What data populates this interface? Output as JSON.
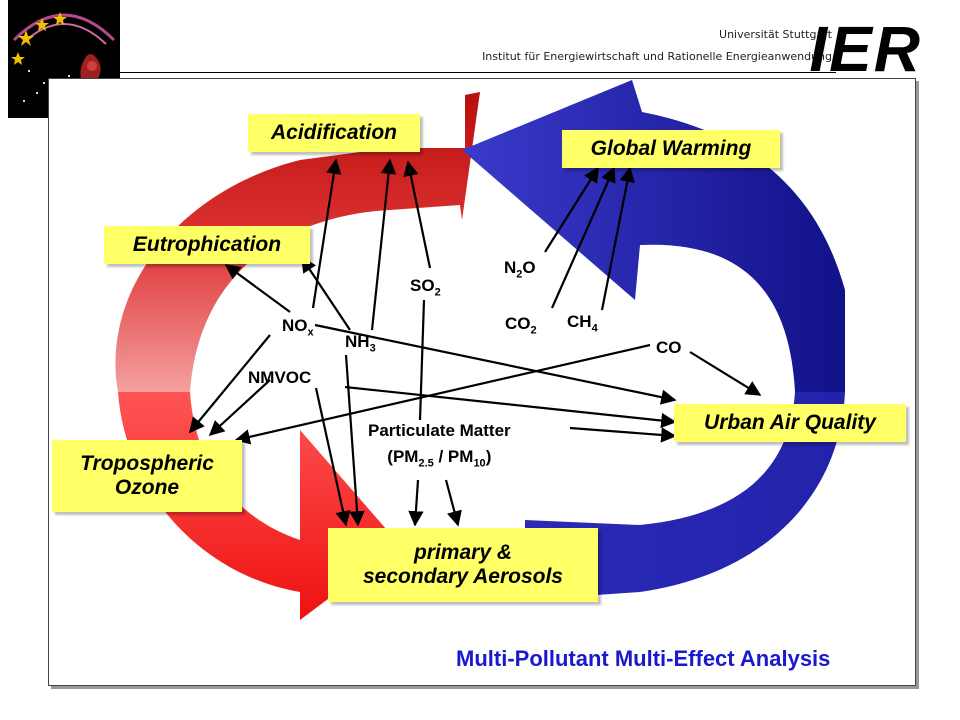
{
  "header": {
    "university": "Universität Stuttgart",
    "institute": "Institut für Energiewirtschaft und Rationelle Energieanwendung",
    "logo_text": "IER"
  },
  "effects": {
    "acidification": "Acidification",
    "global_warming": "Global Warming",
    "eutrophication": "Eutrophication",
    "urban_air_quality": "Urban Air Quality",
    "tropospheric_ozone_line1": "Tropospheric",
    "tropospheric_ozone_line2": "Ozone",
    "aerosols_line1": "primary &",
    "aerosols_line2": "secondary Aerosols"
  },
  "pollutants": {
    "nox": "NO",
    "nox_sub": "x",
    "nh3": "NH",
    "nh3_sub": "3",
    "so2": "SO",
    "so2_sub": "2",
    "n2o_a": "N",
    "n2o_sub": "2",
    "n2o_b": "O",
    "co2": "CO",
    "co2_sub": "2",
    "ch4": "CH",
    "ch4_sub": "4",
    "co": "CO",
    "nmvoc": "NMVOC",
    "pm_line1": "Particulate Matter",
    "pm_open": "(PM",
    "pm25_sub": "2.5",
    "pm_mid": " / PM",
    "pm10_sub": "10",
    "pm_close": ")"
  },
  "footer": "Multi-Pollutant Multi-Effect Analysis",
  "colors": {
    "red_arrow": "#cc1111",
    "blue_arrow": "#1a1a99",
    "box_fill": "#ffff66",
    "footer_text": "#1a1acc"
  }
}
